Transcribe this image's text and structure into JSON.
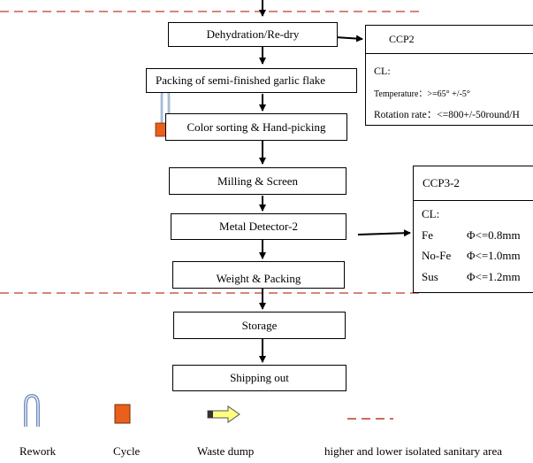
{
  "steps": [
    {
      "id": "dehydration",
      "label": "Dehydration/Re-dry"
    },
    {
      "id": "packing-semi",
      "label": "Packing of semi-finished garlic flake"
    },
    {
      "id": "color-sorting",
      "label": "Color sorting & Hand-picking"
    },
    {
      "id": "milling",
      "label": "Milling & Screen"
    },
    {
      "id": "metal-detector",
      "label": "Metal Detector-2"
    },
    {
      "id": "weight-packing",
      "label": "Weight & Packing"
    },
    {
      "id": "storage",
      "label": "Storage"
    },
    {
      "id": "shipping",
      "label": "Shipping out"
    }
  ],
  "ccp2": {
    "title": "CCP2",
    "cl_label": "CL:",
    "temperature": "Temperature：>=65° +/-5°",
    "rotation": "Rotation rate：<=800+/-50round/H"
  },
  "ccp3": {
    "title": "CCP3-2",
    "cl_label": "CL:",
    "rows": [
      {
        "metal": "Fe",
        "limit": "Φ<=0.8mm"
      },
      {
        "metal": "No-Fe",
        "limit": "Φ<=1.0mm"
      },
      {
        "metal": "Sus",
        "limit": "Φ<=1.2mm"
      }
    ]
  },
  "legend": {
    "rework": "Rework",
    "cycle": "Cycle",
    "waste": "Waste dump",
    "area": "higher and lower isolated sanitary area"
  },
  "colors": {
    "dashed_line": "#c0392b",
    "cycle_fill": "#e8601c",
    "rework_stroke": "#6c8ebf",
    "waste_fill": "#ffff80"
  }
}
